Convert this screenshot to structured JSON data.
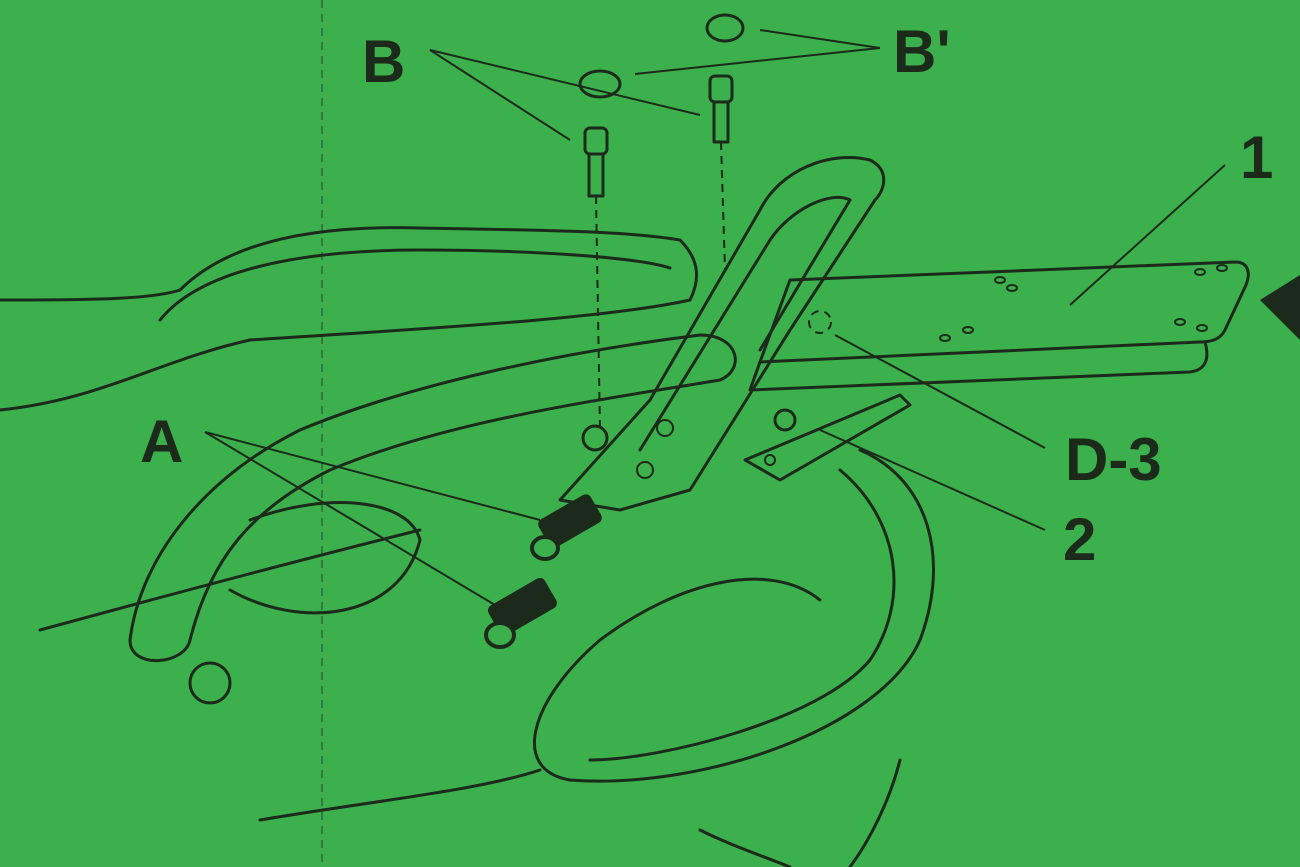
{
  "labels": {
    "b": "B",
    "b_prime": "B'",
    "part_1": "1",
    "a": "A",
    "d3": "D-3",
    "part_2": "2"
  },
  "colors": {
    "background": "#3cb04c",
    "ink": "#1c2a1c"
  }
}
